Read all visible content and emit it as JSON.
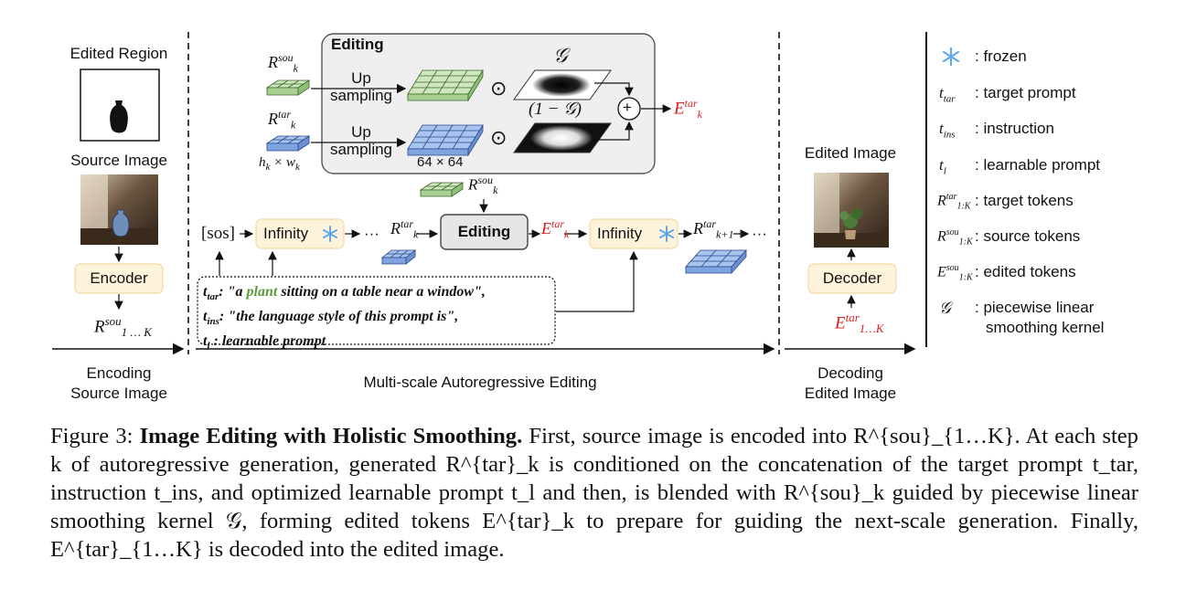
{
  "sections": {
    "encoding_title": "Edited Region",
    "source_image_label": "Source Image",
    "encoder": "Encoder",
    "encoding_caption": "Encoding\nSource Image",
    "multiscale_caption": "Multi-scale Autoregressive Editing",
    "edited_image_label": "Edited Image",
    "decoder": "Decoder",
    "decoding_caption": "Decoding\nEdited Image"
  },
  "editing_box": {
    "title": "Editing",
    "upsampling_1": "Up\nsampling",
    "upsampling_2": "Up\nsampling",
    "size_label": "64 × 64",
    "dim_label": "h_k × w_k",
    "G": "𝒢",
    "one_minus_G": "(1 − 𝒢)",
    "odot": "⊙",
    "plus": "+"
  },
  "pipeline": {
    "sos": "[sos]",
    "infinity_1": "Infinity",
    "dots": "···",
    "editing": "Editing",
    "infinity_2": "Infinity"
  },
  "prompt_box": {
    "line1_pre": ": \"a ",
    "line1_plant": "plant",
    "line1_post": " sitting on a table near a window\",",
    "line2": ": \"the language style of this prompt is\",",
    "line3": " : learnable prompt"
  },
  "legend": {
    "frozen": ": frozen",
    "t_tar": ": target prompt",
    "t_ins": ": instruction",
    "t_l": ": learnable prompt",
    "target_tokens": ": target tokens",
    "source_tokens": ": source tokens",
    "edited_tokens": ": edited tokens",
    "kernel_1": ": piecewise linear",
    "kernel_2": "smoothing kernel"
  },
  "caption": {
    "label": "Figure 3:",
    "title": "Image Editing with Holistic Smoothing.",
    "body": "First, source image is encoded into R^{sou}_{1…K}. At each step k of autoregressive generation, generated R^{tar}_k is conditioned on the concatenation of the target prompt t_tar, instruction t_ins, and optimized learnable prompt t_l and then, is blended with R^{sou}_k guided by piecewise linear smoothing kernel 𝒢, forming edited tokens E^{tar}_k to prepare for guiding the next-scale generation. Finally, E^{tar}_{1…K} is decoded into the edited image."
  },
  "colors": {
    "green_tokens": "#cfe6bf",
    "blue_tokens": "#8fb3ea",
    "module_fill": "#fdf3da",
    "editing_fill": "#efefef",
    "red_text": "#d81e1e",
    "plant_green": "#5a9b3c",
    "frozen_icon": "#5fa8e8"
  }
}
